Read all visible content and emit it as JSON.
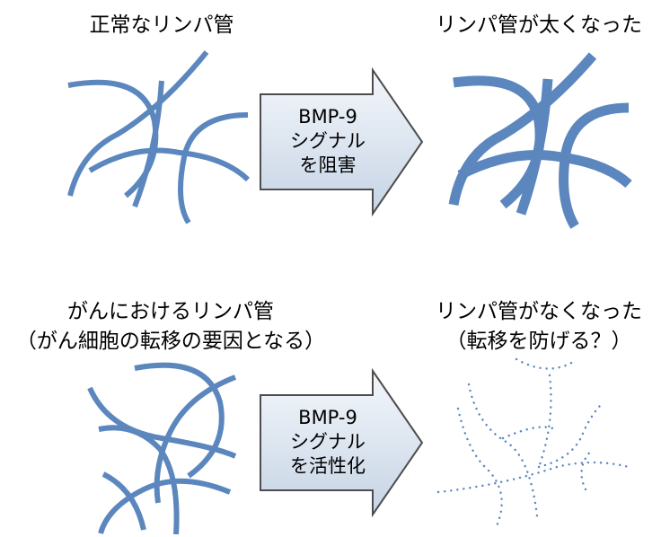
{
  "panels": {
    "top_left": {
      "title": "正常なリンパ管"
    },
    "top_right": {
      "title": "リンパ管が太くなった"
    },
    "bottom_left": {
      "title_line1": "がんにおけるリンパ管",
      "title_line2": "（がん細胞の転移の要因となる）"
    },
    "bottom_right": {
      "title_line1": "リンパ管がなくなった",
      "title_line2": "（転移を防げる？）"
    }
  },
  "arrows": {
    "top": {
      "line1": "BMP-9",
      "line2": "シグナル",
      "line3": "を阻害"
    },
    "bottom": {
      "line1": "BMP-9",
      "line2": "シグナル",
      "line3": "を活性化"
    }
  },
  "colors": {
    "vessel": "#5b87be",
    "arrow_fill_light": "#f3f6fb",
    "arrow_fill_dark": "#c9d6e6",
    "arrow_stroke": "#4d4d4d"
  }
}
